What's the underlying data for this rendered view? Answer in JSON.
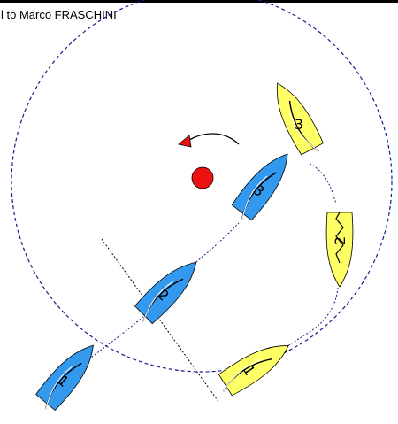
{
  "caption": "l to Marco FRASCHINI",
  "colors": {
    "blue_boat": "#3399ee",
    "yellow_boat": "#ffff66",
    "mark": "#ee1111",
    "circle": "#1a1a8c",
    "track": "#1a1a8c",
    "sail": "#000000"
  },
  "boats": [
    {
      "team": "blue",
      "label": "1"
    },
    {
      "team": "blue",
      "label": "2"
    },
    {
      "team": "blue",
      "label": "3"
    },
    {
      "team": "yellow",
      "label": "1"
    },
    {
      "team": "yellow",
      "label": "2"
    },
    {
      "team": "yellow",
      "label": "3"
    }
  ],
  "icons": {
    "mark": "red-mark-buoy",
    "rotation": "counterclockwise-arrow-icon"
  }
}
